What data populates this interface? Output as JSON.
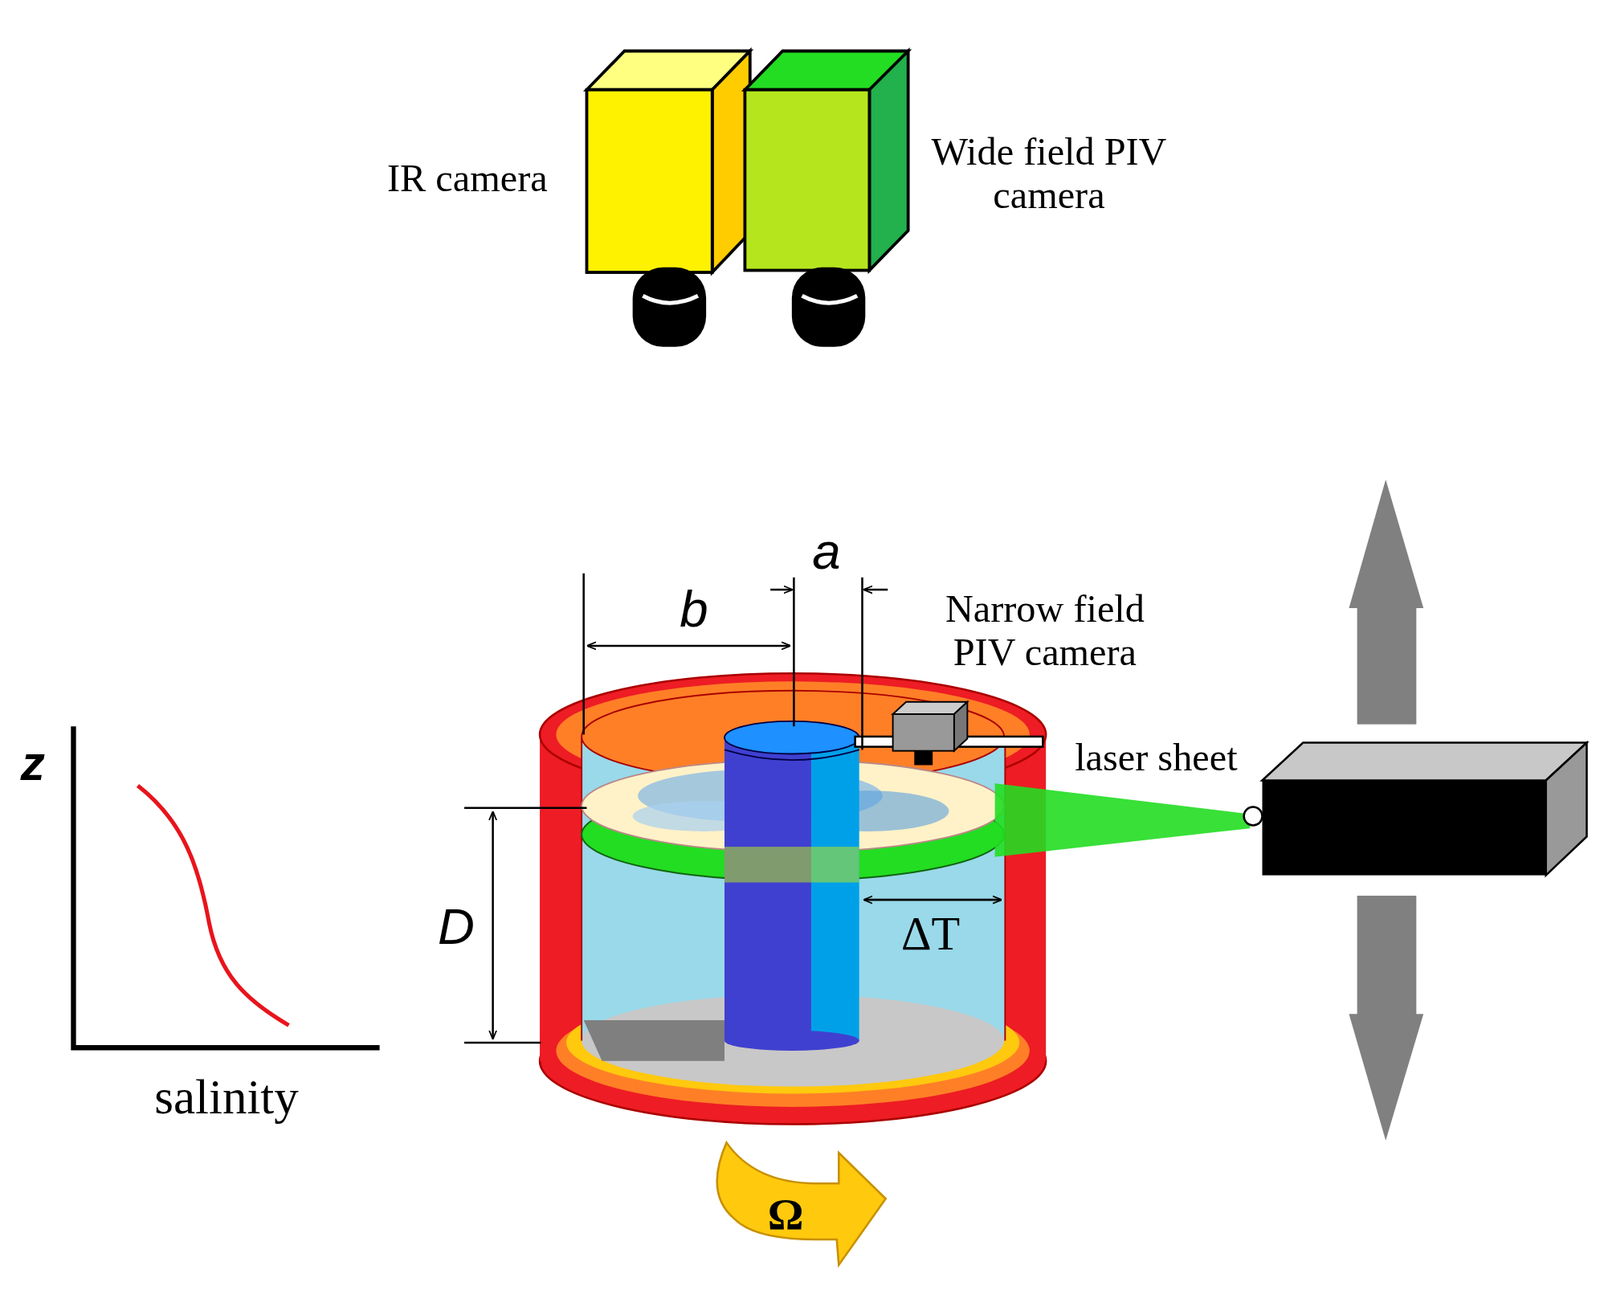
{
  "diagram": {
    "labels": [
      "IR camera",
      "Wide field PIV camera",
      "a",
      "b",
      "Narrow field PIV camera",
      "laser sheet",
      "z",
      "salinity",
      "D",
      "ΔT",
      "Ω"
    ]
  }
}
